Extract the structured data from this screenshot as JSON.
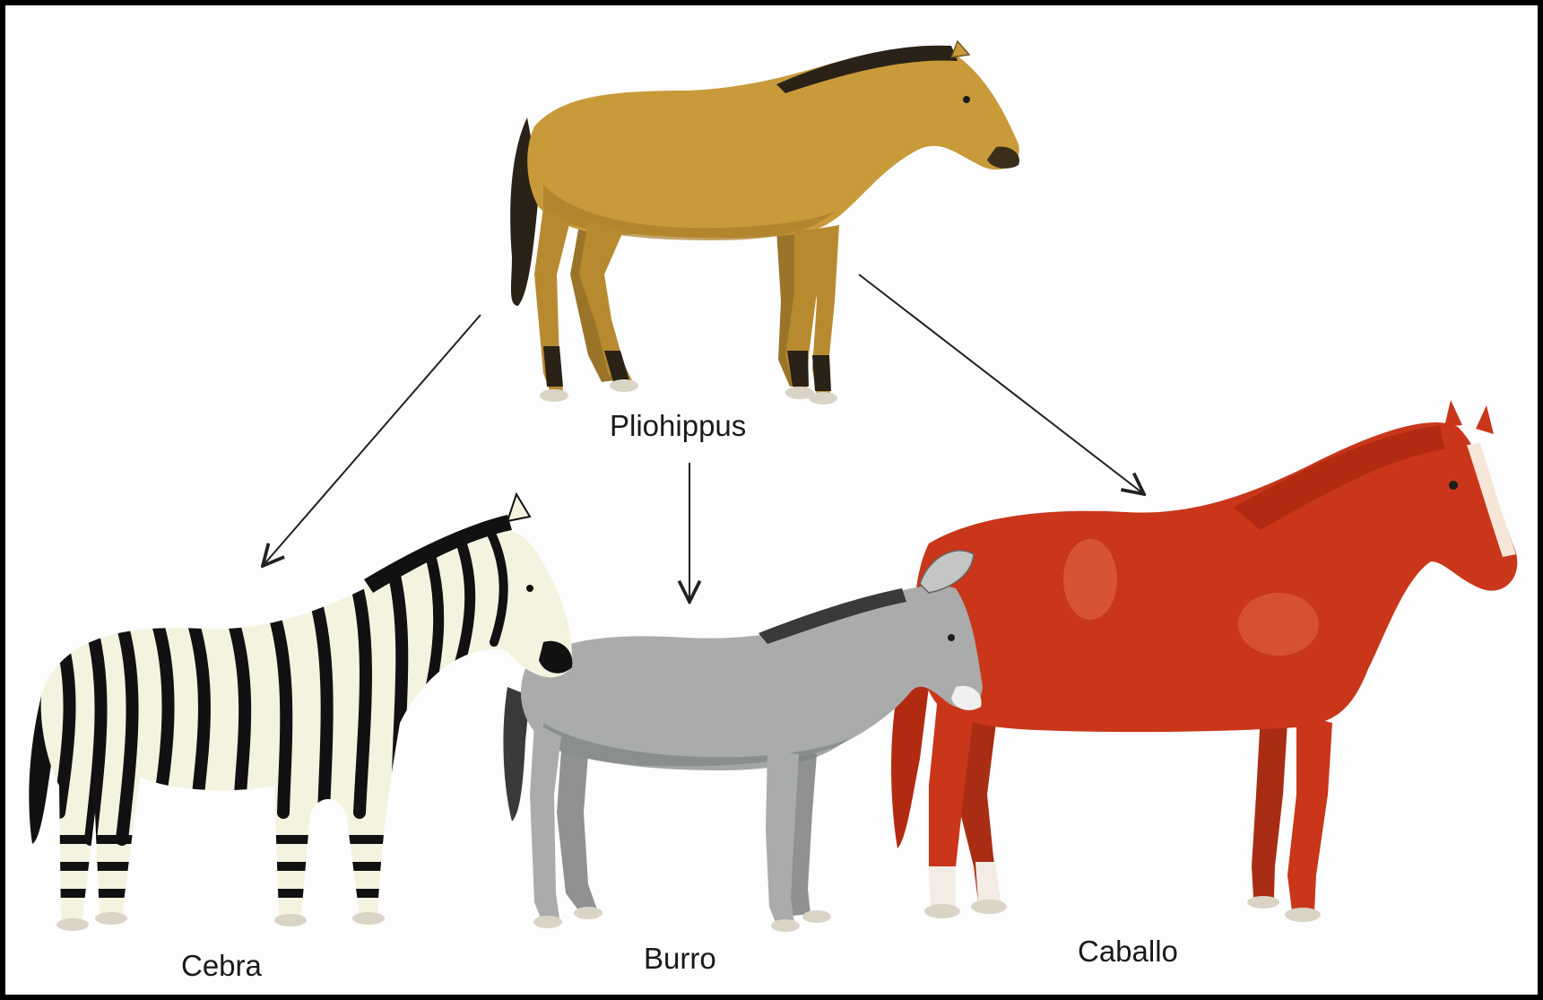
{
  "labels": {
    "ancestor": "Pliohippus",
    "zebra": "Cebra",
    "donkey": "Burro",
    "horse": "Caballo"
  },
  "animals": [
    {
      "name": "Pliohippus",
      "color": "#c99a3a",
      "mane": "#2a2216"
    },
    {
      "name": "Cebra",
      "color": "#f4f3e0",
      "stripes": "#111111"
    },
    {
      "name": "Burro",
      "color": "#a9acab",
      "mane": "#3a3a3a"
    },
    {
      "name": "Caballo",
      "color": "#c9361a",
      "mane": "#b32a12",
      "blaze": "#f5e6d8"
    }
  ],
  "colors": {
    "background": "#fdfdfd",
    "border": "#000000",
    "arrow": "#222222",
    "hoof": "#d9d4c5"
  }
}
